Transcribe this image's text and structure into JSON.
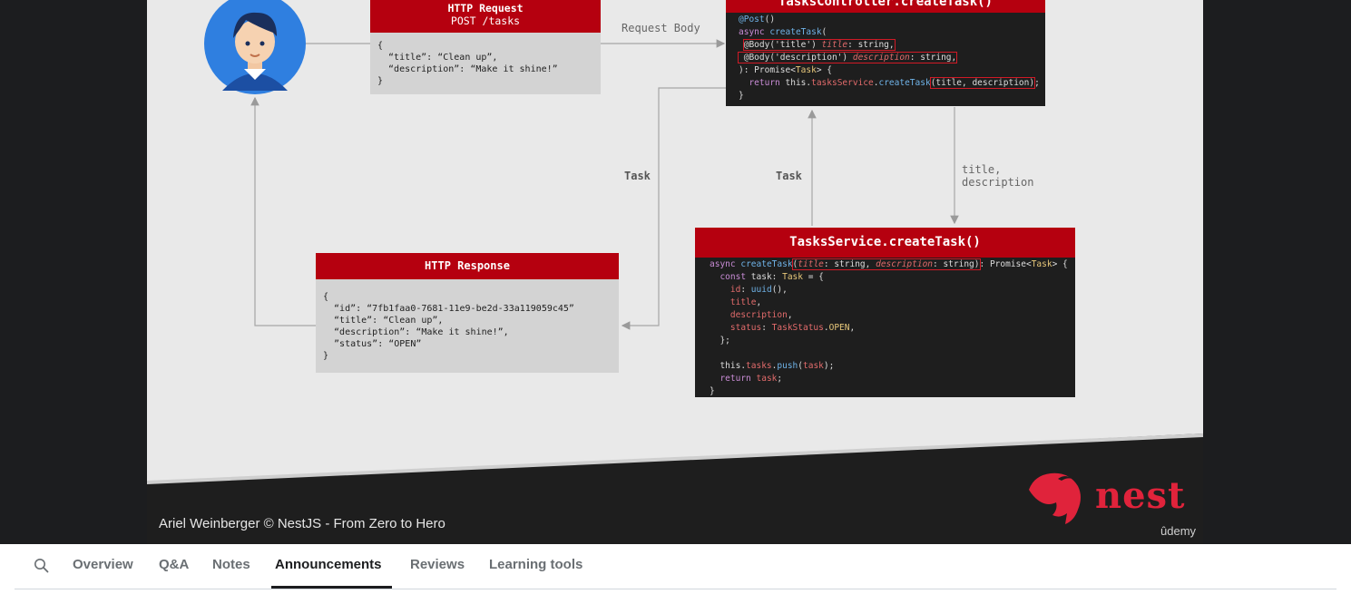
{
  "slide": {
    "request": {
      "title": "HTTP Request",
      "subtitle": "POST /tasks",
      "body": "{\n  “title”: “Clean up”,\n  “description”: “Make it shine!”\n}"
    },
    "response": {
      "title": "HTTP Response",
      "body": "{\n  “id”: “7fb1faa0-7681-11e9-be2d-33a119059c45”\n  “title”: “Clean up”,\n  “description”: “Make it shine!”,\n  ”status”: “OPEN”\n}"
    },
    "controller": {
      "title": "TasksController.createTask()"
    },
    "service": {
      "title": "TasksService.createTask()"
    },
    "labels": {
      "request_body": "Request Body",
      "task_left": "Task",
      "task_mid": "Task",
      "title_desc_1": "title,",
      "title_desc_2": "description"
    },
    "credit": "Ariel Weinberger © NestJS - From Zero to Hero",
    "logo_word": "nest",
    "udemy": "ûdemy",
    "colors": {
      "accent_red": "#b5000f",
      "nest_red": "#e0233b",
      "box_grey": "#d3d3d3",
      "code_bg": "#1e1e1e"
    }
  },
  "tabs": [
    {
      "label": "Overview"
    },
    {
      "label": "Q&A"
    },
    {
      "label": "Notes"
    },
    {
      "label": "Announcements",
      "active": true
    },
    {
      "label": "Reviews"
    },
    {
      "label": "Learning tools"
    }
  ],
  "icons": {
    "search": "search-icon"
  }
}
